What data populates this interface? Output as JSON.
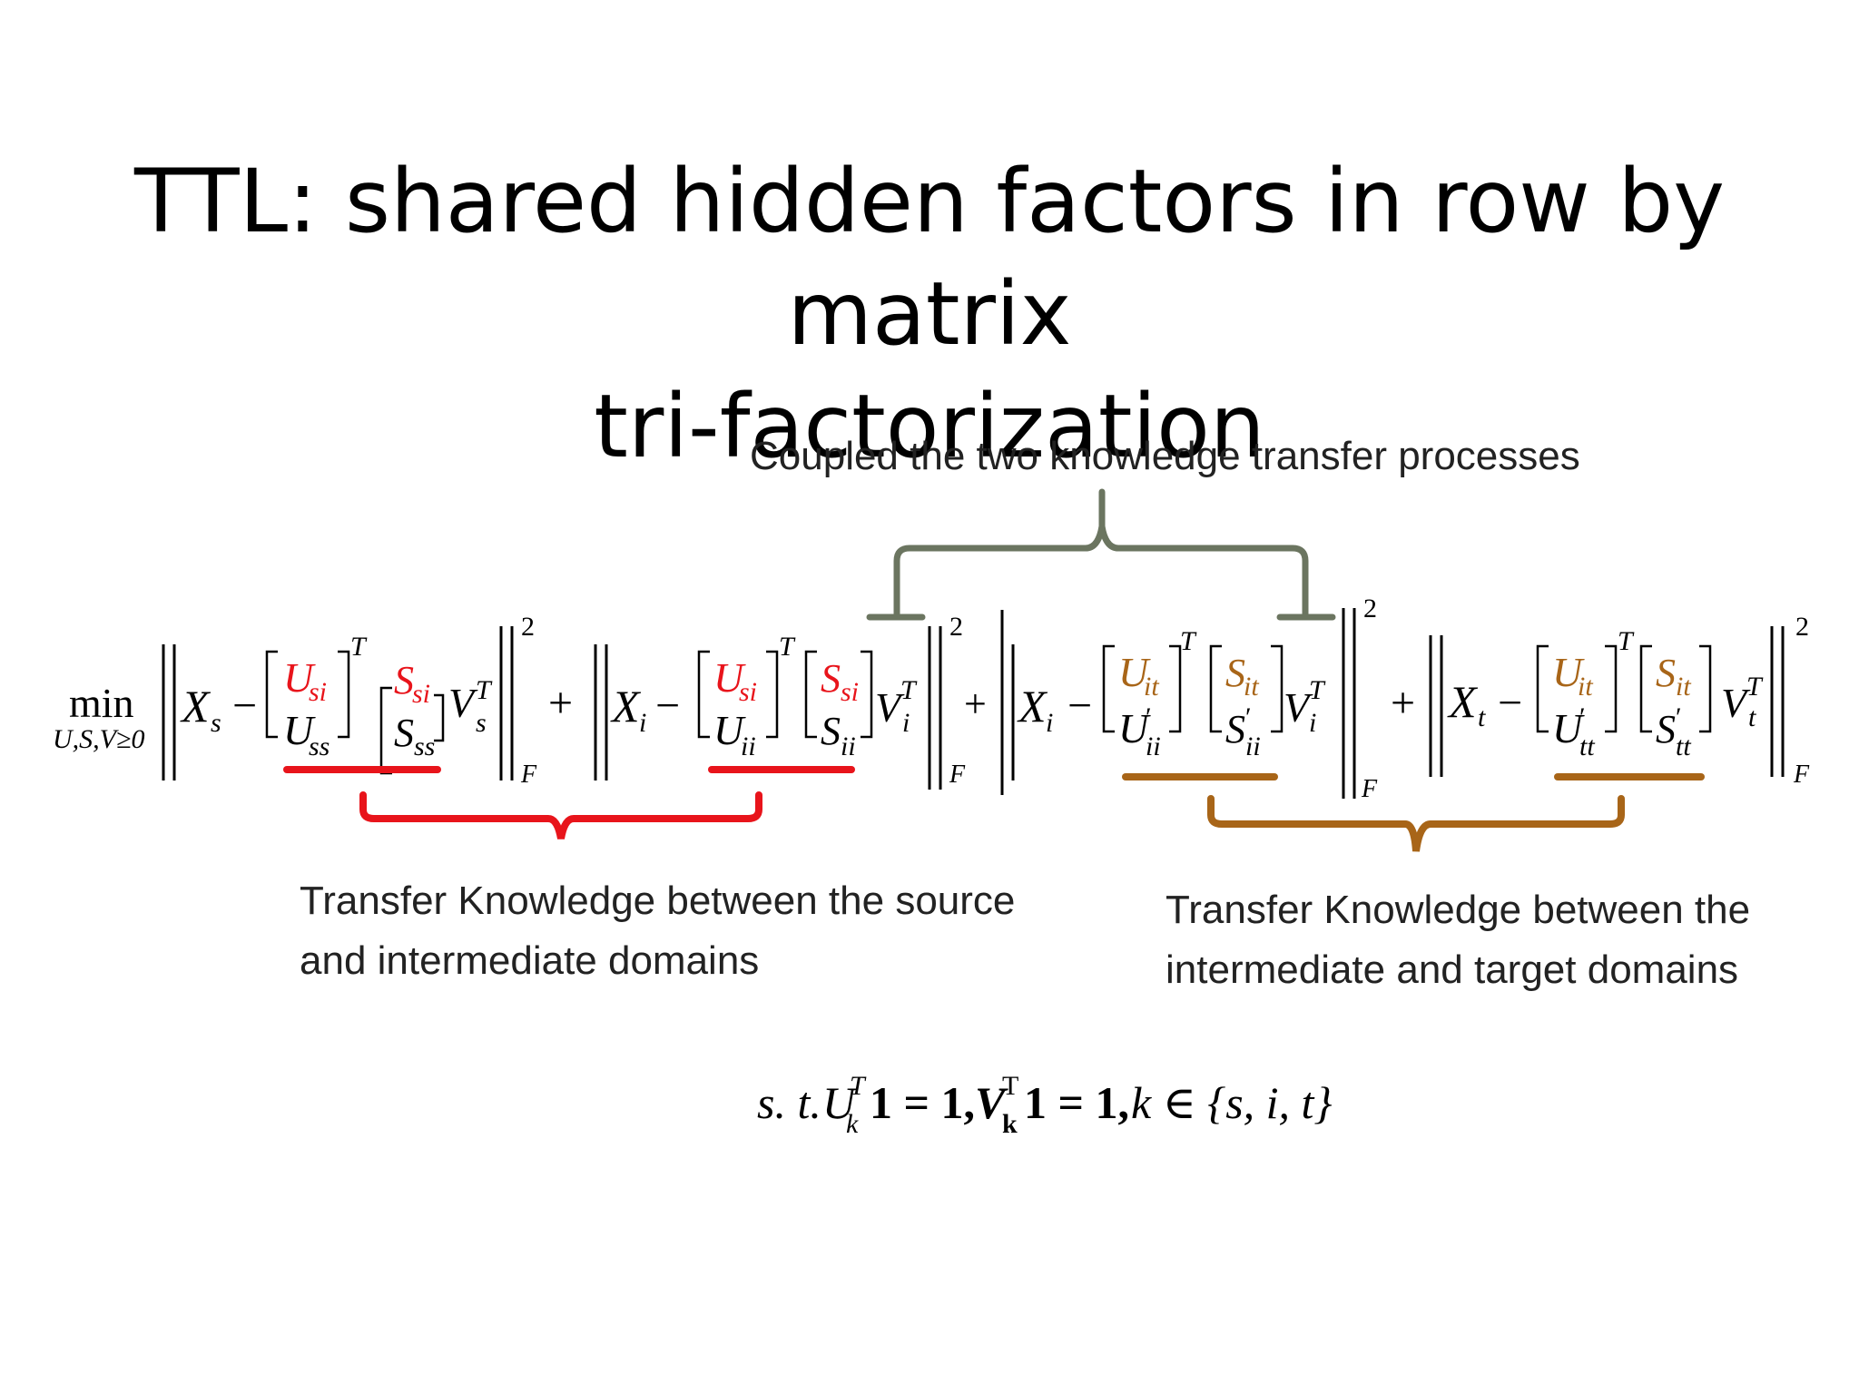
{
  "title": {
    "line1": "TTL: shared hidden factors in row by matrix",
    "line2": "tri-factorization"
  },
  "annotations": {
    "coupled": "Coupled the two knowledge transfer processes",
    "source_intermediate": [
      "Transfer Knowledge between the source",
      "and intermediate domains"
    ],
    "intermediate_target": [
      "Transfer Knowledge between the",
      "intermediate and target domains"
    ]
  },
  "formula": {
    "min": "min",
    "min_sub": "U,S,V≥0",
    "minus": "−",
    "plus": "+",
    "power": "2",
    "norm_sub": "F",
    "transpose": "T",
    "prime": "′",
    "terms": [
      {
        "X": "X",
        "X_sub": "s",
        "U_top": "U",
        "U_top_sub": "si",
        "U_bot": "U",
        "U_bot_sub": "ss",
        "S_top": "S",
        "S_top_sub": "si",
        "S_bot": "S",
        "S_bot_sub": "ss",
        "V": "V",
        "V_sub": "s"
      },
      {
        "X": "X",
        "X_sub": "i",
        "U_top": "U",
        "U_top_sub": "si",
        "U_bot": "U",
        "U_bot_sub": "ii",
        "S_top": "S",
        "S_top_sub": "si",
        "S_bot": "S",
        "S_bot_sub": "ii",
        "V": "V",
        "V_sub": "i"
      },
      {
        "X": "X",
        "X_sub": "i",
        "U_top": "U",
        "U_top_sub": "it",
        "U_bot": "U",
        "U_bot_sub": "ii",
        "S_top": "S",
        "S_top_sub": "it",
        "S_bot": "S",
        "S_bot_sub": "ii",
        "V": "V",
        "V_sub": "i"
      },
      {
        "X": "X",
        "X_sub": "t",
        "U_top": "U",
        "U_top_sub": "it",
        "U_bot": "U",
        "U_bot_sub": "tt",
        "S_top": "S",
        "S_top_sub": "it",
        "S_bot": "S",
        "S_bot_sub": "tt",
        "V": "V",
        "V_sub": "t"
      }
    ],
    "constraint": {
      "st": "s. t. ",
      "U": "U",
      "U_sup": "T",
      "U_sub": "k",
      "eq1": "1 = 1,",
      "V": "V",
      "V_sup": "T",
      "V_sub": "k",
      "eq2": "1 = 1,",
      "k_in": "k ∈ {s, i, t}"
    }
  },
  "colors": {
    "red": "#e8141b",
    "orange": "#a86518",
    "gray": "#6b7560",
    "text": "#000000"
  }
}
